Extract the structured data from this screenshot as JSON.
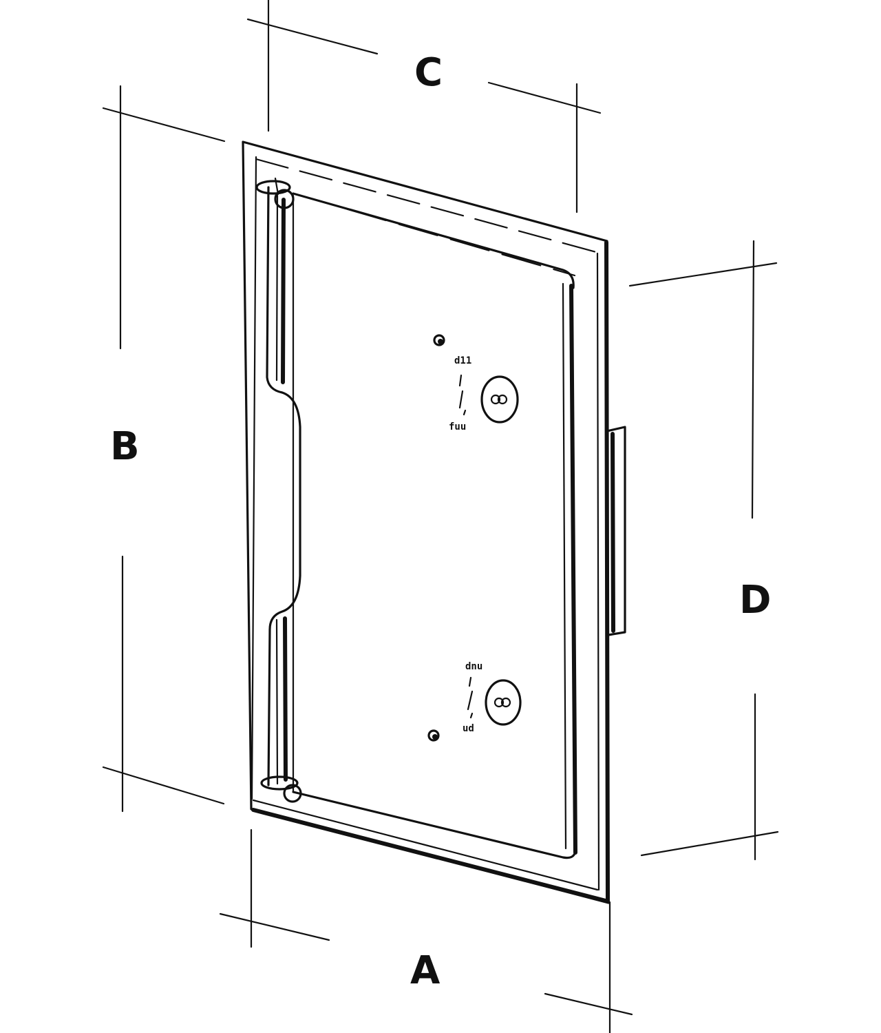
{
  "labels": {
    "a": "A",
    "b": "B",
    "c": "C",
    "d": "D"
  },
  "markings": {
    "upper_top": "d11",
    "upper_bottom": "fuu",
    "lower_top": "dnu",
    "lower_bottom": "ud"
  },
  "colors": {
    "ink": "#111111",
    "paper": "#ffffff"
  },
  "icons": {
    "hinge": "hinge-icon",
    "lock": "lock-icon",
    "screw": "screw-icon"
  }
}
